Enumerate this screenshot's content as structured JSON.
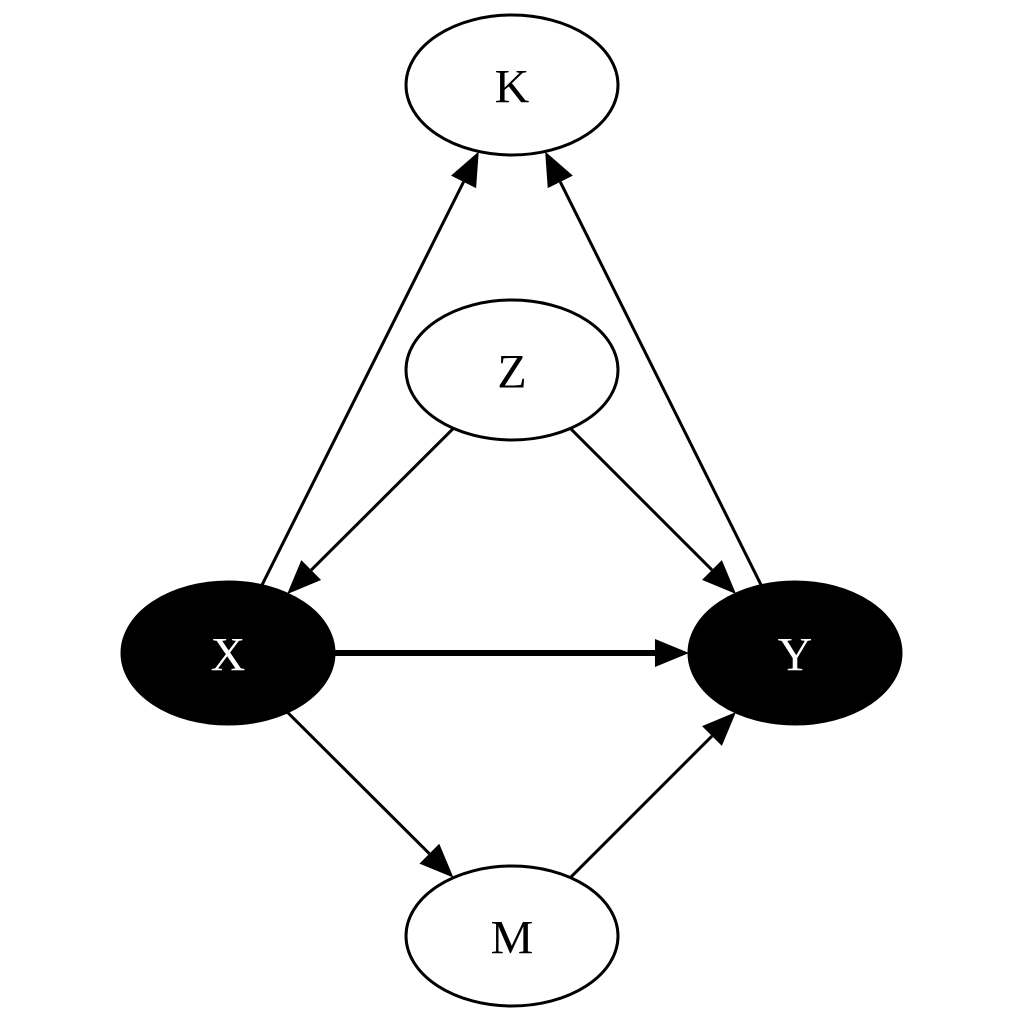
{
  "diagram": {
    "type": "directed-acyclic-graph",
    "nodes": [
      {
        "id": "K",
        "label": "K",
        "style": "outlined"
      },
      {
        "id": "Z",
        "label": "Z",
        "style": "outlined"
      },
      {
        "id": "X",
        "label": "X",
        "style": "filled"
      },
      {
        "id": "Y",
        "label": "Y",
        "style": "filled"
      },
      {
        "id": "M",
        "label": "M",
        "style": "outlined"
      }
    ],
    "edges": [
      {
        "from": "X",
        "to": "K",
        "emphasis": false
      },
      {
        "from": "Y",
        "to": "K",
        "emphasis": false
      },
      {
        "from": "Z",
        "to": "X",
        "emphasis": false
      },
      {
        "from": "Z",
        "to": "Y",
        "emphasis": false
      },
      {
        "from": "X",
        "to": "Y",
        "emphasis": true
      },
      {
        "from": "X",
        "to": "M",
        "emphasis": false
      },
      {
        "from": "M",
        "to": "Y",
        "emphasis": false
      }
    ],
    "colors": {
      "stroke": "#000000",
      "filled_node": "#000000",
      "filled_text": "#ffffff",
      "outlined_node": "#ffffff",
      "outlined_text": "#000000"
    }
  }
}
